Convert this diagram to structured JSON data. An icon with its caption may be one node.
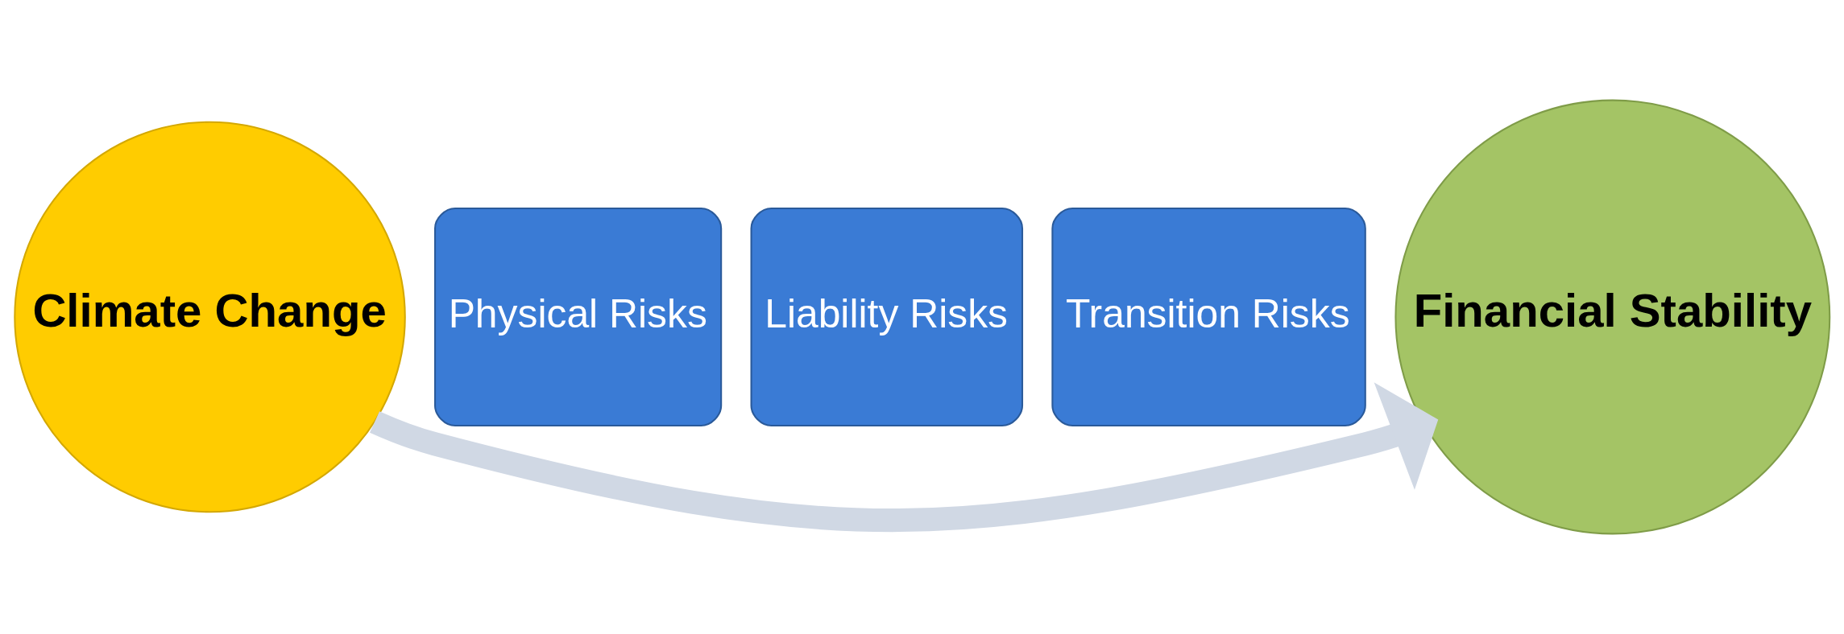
{
  "diagram": {
    "nodes": [
      {
        "text": [
          "Climate Change"
        ]
      },
      {
        "text": [
          "Physical Risks"
        ]
      },
      {
        "text": [
          "Liability Risks"
        ]
      },
      {
        "text": [
          "Transition Risks"
        ]
      },
      {
        "text": [
          "Financial Stability"
        ]
      }
    ],
    "edges": [
      {
        "from": 0,
        "to": 4,
        "arrow": "to",
        "color": "#d0d8e4"
      }
    ]
  }
}
